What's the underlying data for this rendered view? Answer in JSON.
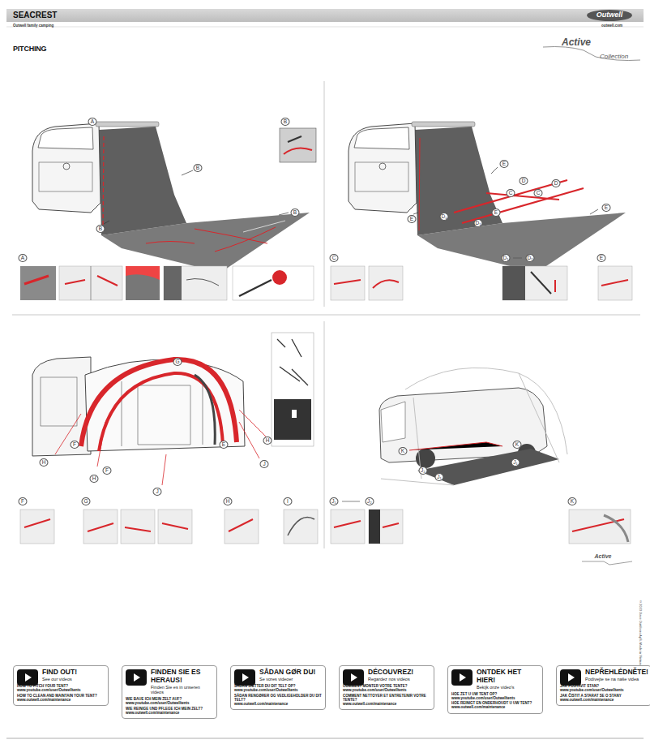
{
  "diagram": {
    "title": "SEACREST",
    "nodes": [
      {
        "text": [
          "FIND OUT!",
          "See our videos",
          "HOW TO PITCH YOUR TENT?",
          "www.youtube.com/user/Outwelltents",
          "HOW TO CLEAN AND MAINTAIN YOUR TENT?",
          "www.outwell.com/maintenance"
        ]
      },
      {
        "text": [
          "FINDEN SIE ES HERAUS!",
          "Finden Sie es in unseren videos",
          "WIE BAUE ICH MEIN ZELT AUF?",
          "www.youtube.com/user/Outwelltents",
          "WIE REINIGE UND PFLEGE ICH MEIN ZELT?",
          "www.outwell.com/maintenance"
        ]
      },
      {
        "text": [
          "SÅDAN GØR DU!",
          "Se vores videoer",
          "SÅDAN SÆTTER DU DIT TELT OP?",
          "www.youtube.com/user/Outwelltents",
          "SÅDAN RENGØRER OG VEDLIGEHOLDER DU DIT TELT?",
          "www.outwell.com/maintenance"
        ]
      },
      {
        "text": [
          "DÉCOUVREZ!",
          "Regardez nos vidéos",
          "COMMENT MONTER VOTRE TENTE?",
          "www.youtube.com/user/Outwelltents",
          "COMMENT NETTOYER ET ENTRETENIR VOTRE TENTE?",
          "www.outwell.com/maintenance"
        ]
      },
      {
        "text": [
          "ONTDEK HET HIER!",
          "Bekijk onze video's",
          "HOE ZET U UW TENT OP?",
          "www.youtube.com/user/Outwelltents",
          "HOE REINIGT EN ONDERHOUDT U UW TENT?",
          "www.outwell.com/maintenance"
        ]
      },
      {
        "text": [
          "NEPŘEHLÉDNĚTE!",
          "Podívejte se na naše videa",
          "JAK POSTAVIT STAN?",
          "www.youtube.com/user/Outwelltents",
          "JAK ČISTIT A STARAT SE O STANY",
          "www.outwell.com/maintenance"
        ]
      }
    ],
    "labels": [
      "Outwell",
      "Outwell family camping",
      "outwell.com",
      "PITCHING",
      "Active",
      "Collection",
      "A",
      "B",
      "B",
      "B",
      "B",
      "A",
      "E",
      "D",
      "D",
      "E",
      "E",
      "D₁",
      "D₁",
      "E",
      "C",
      "C",
      "C",
      "D₁",
      "D₂",
      "E",
      "G",
      "F",
      "H",
      "F",
      "H",
      "E",
      "H",
      "J",
      "J",
      "F",
      "G",
      "H",
      "I",
      "K",
      "K",
      "J₂",
      "J₁",
      "J₁",
      "J₁",
      "J₂",
      "K",
      "Active",
      "© 2023 Oase Outdoors ApS. Made in Vietnam"
    ]
  }
}
